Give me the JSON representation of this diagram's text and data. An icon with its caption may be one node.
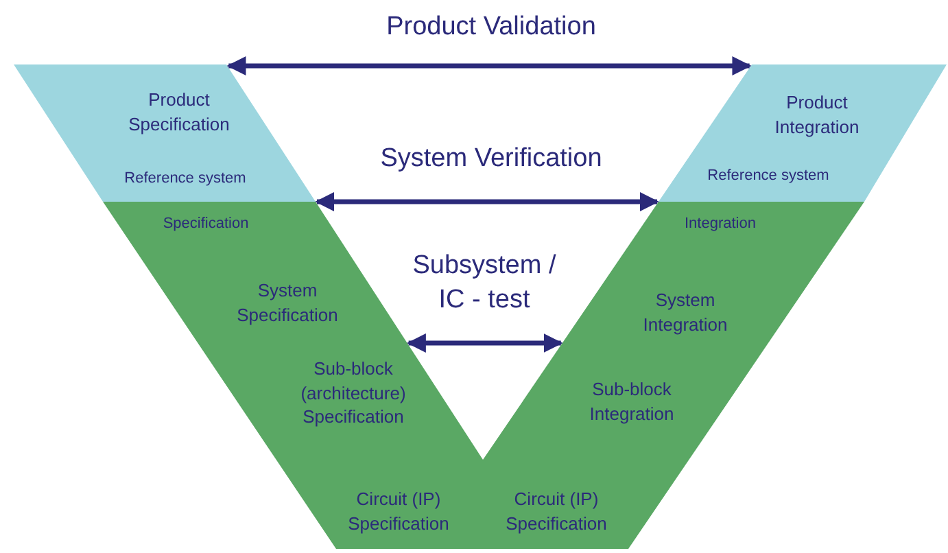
{
  "diagram": {
    "nodes": [
      {
        "text": [
          "Product Specification",
          "Reference system"
        ]
      },
      {
        "text": [
          "Specification",
          "System Specification",
          "Sub-block (architecture) Specification",
          "Circuit (IP) Specification"
        ]
      },
      {
        "text": [
          "Product Integration",
          "Reference system"
        ]
      },
      {
        "text": [
          "Integration",
          "System Integration",
          "Sub-block Integration",
          "Circuit (IP) Specification"
        ]
      }
    ],
    "edges": [
      {
        "from": 0,
        "to": 2,
        "arrow": "both",
        "label": "Product Validation"
      },
      {
        "from": 1,
        "to": 3,
        "arrow": "both",
        "label": "System Verification"
      },
      {
        "from": 1,
        "to": 3,
        "arrow": "both",
        "label": "Subsystem / IC - test"
      }
    ]
  }
}
